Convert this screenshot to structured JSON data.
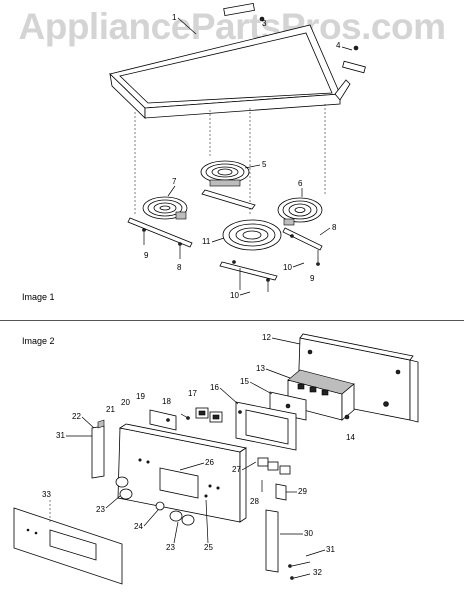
{
  "watermark": "AppliancePartsPros.com",
  "sections": [
    {
      "label": "Image 1"
    },
    {
      "label": "Image 2"
    }
  ],
  "callouts_image1": [
    "1",
    "3",
    "4",
    "5",
    "7",
    "6",
    "8",
    "9",
    "8",
    "11",
    "10",
    "9",
    "10"
  ],
  "callouts_image2": [
    "12",
    "13",
    "15",
    "16",
    "17",
    "18",
    "19",
    "20",
    "21",
    "22",
    "31",
    "14",
    "26",
    "27",
    "28",
    "29",
    "23",
    "24",
    "23",
    "25",
    "30",
    "31",
    "32",
    "33"
  ]
}
